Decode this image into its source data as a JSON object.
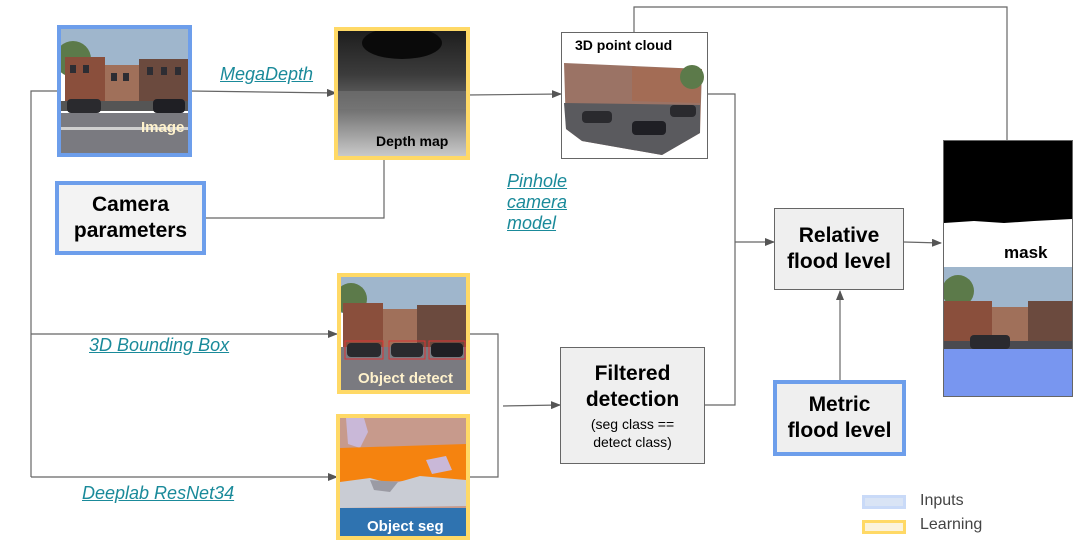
{
  "nodes": {
    "image": {
      "label": "Image"
    },
    "depth_map": {
      "label": "Depth map"
    },
    "point_cloud": {
      "label": "3D point cloud"
    },
    "camera_parameters": {
      "line1": "Camera",
      "line2": "parameters"
    },
    "object_detect": {
      "label": "Object detect"
    },
    "object_seg": {
      "label": "Object seg"
    },
    "filtered_detection": {
      "line1": "Filtered",
      "line2": "detection",
      "note_line1": "(seg class ==",
      "note_line2": "detect class)"
    },
    "relative_flood": {
      "line1": "Relative",
      "line2": "flood level"
    },
    "metric_flood": {
      "line1": "Metric",
      "line2": "flood level"
    },
    "mask": {
      "label": "mask"
    }
  },
  "edge_labels": {
    "megadepth": "MegaDepth",
    "pinhole_line1": "Pinhole",
    "pinhole_line2": "camera",
    "pinhole_line3": "model",
    "bounding_box": "3D Bounding Box",
    "deeplab": "Deeplab ResNet34"
  },
  "legend": {
    "inputs": {
      "label": "Inputs",
      "color": "#6d9eeb"
    },
    "learning": {
      "label": "Learning",
      "color": "#ffd966"
    }
  },
  "colors": {
    "input_border": "#6d9eeb",
    "learning_border": "#ffd966",
    "link_text": "#1a8a9a",
    "node_fill": "#efefef"
  }
}
